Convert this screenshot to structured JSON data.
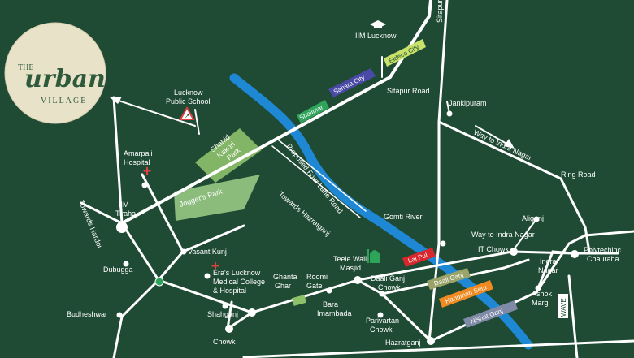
{
  "colors": {
    "background": "#1f4a34",
    "river": "#1e88d4",
    "road": "#ffffff",
    "park": "#9fd08a",
    "logo_bg": "#e8e2c9",
    "logo_text": "#2e5a3c",
    "hospital_cross": "#e04040"
  },
  "logo": {
    "the": "THE",
    "urban": "urban",
    "village": "VILLAGE"
  },
  "places": {
    "iim_lucknow": "IIM Lucknow",
    "sitapur_top": "Sitapur",
    "sitapur_road": "Sitapur Road",
    "jankipuram": "Jankipuram",
    "way_indra_nagar_top": "Way to Indra Nagar",
    "ring_road": "Ring Road",
    "lucknow_public_school_1": "Lucknow",
    "lucknow_public_school_2": "Public School",
    "amarpali_1": "Amarpali",
    "amarpali_2": "Hospital",
    "iim_tiraha_1": "IIM",
    "iim_tiraha_2": "Tiraha",
    "towards_hardoi": "Towards Hardoi",
    "dubugga": "Dubugga",
    "vasant_kunj": "Vasant Kunj",
    "eras_1": "Era's Lucknow",
    "eras_2": "Medical College",
    "eras_3": "& Hospital",
    "budheshwar": "Budheshwar",
    "shahganj": "Shahganj",
    "chowk": "Chowk",
    "ghanta_1": "Ghanta",
    "ghanta_2": "Ghar",
    "roomi_1": "Roomi",
    "roomi_2": "Gate",
    "bara_1": "Bara",
    "bara_2": "Imambada",
    "teele_1": "Teele Wali",
    "teele_2": "Masjid",
    "daali_chowk_1": "Daali Ganj",
    "daali_chowk_2": "Chowk",
    "parivartan_1": "Parivartan",
    "parivartan_2": "Chowk",
    "hazratganj": "Hazratganj",
    "gomti_river": "Gomti River",
    "aliganj": "Aliganj",
    "way_indra_nagar": "Way to Indra Nagar",
    "it_chowk": "IT Chowk",
    "indra_nagar_1": "Indra",
    "indra_nagar_2": "Nagar",
    "ashok_1": "Ashok",
    "ashok_2": "Marg",
    "polytechnic_1": "Polytechinc",
    "polytechnic_2": "Chauraha",
    "proposed_road": "Proposed Four Lane Road",
    "towards_hazratganj": "Towards Hazratganj",
    "joggers_park": "Jogger's Park",
    "shahid_1": "Shahid",
    "shahid_2": "Kakori",
    "shahid_3": "Park"
  },
  "tags": {
    "eldeco_city": "Eldeco City",
    "sahara_city": "Sahara City",
    "shalimar": "Shalimar",
    "lal_pul": "Lal Pul",
    "daali_ganj": "Daali Ganj",
    "hanuman_setu": "Hanuman Setu",
    "nishat_ganj": "Nishat Ganj",
    "wave": "WAVE"
  }
}
